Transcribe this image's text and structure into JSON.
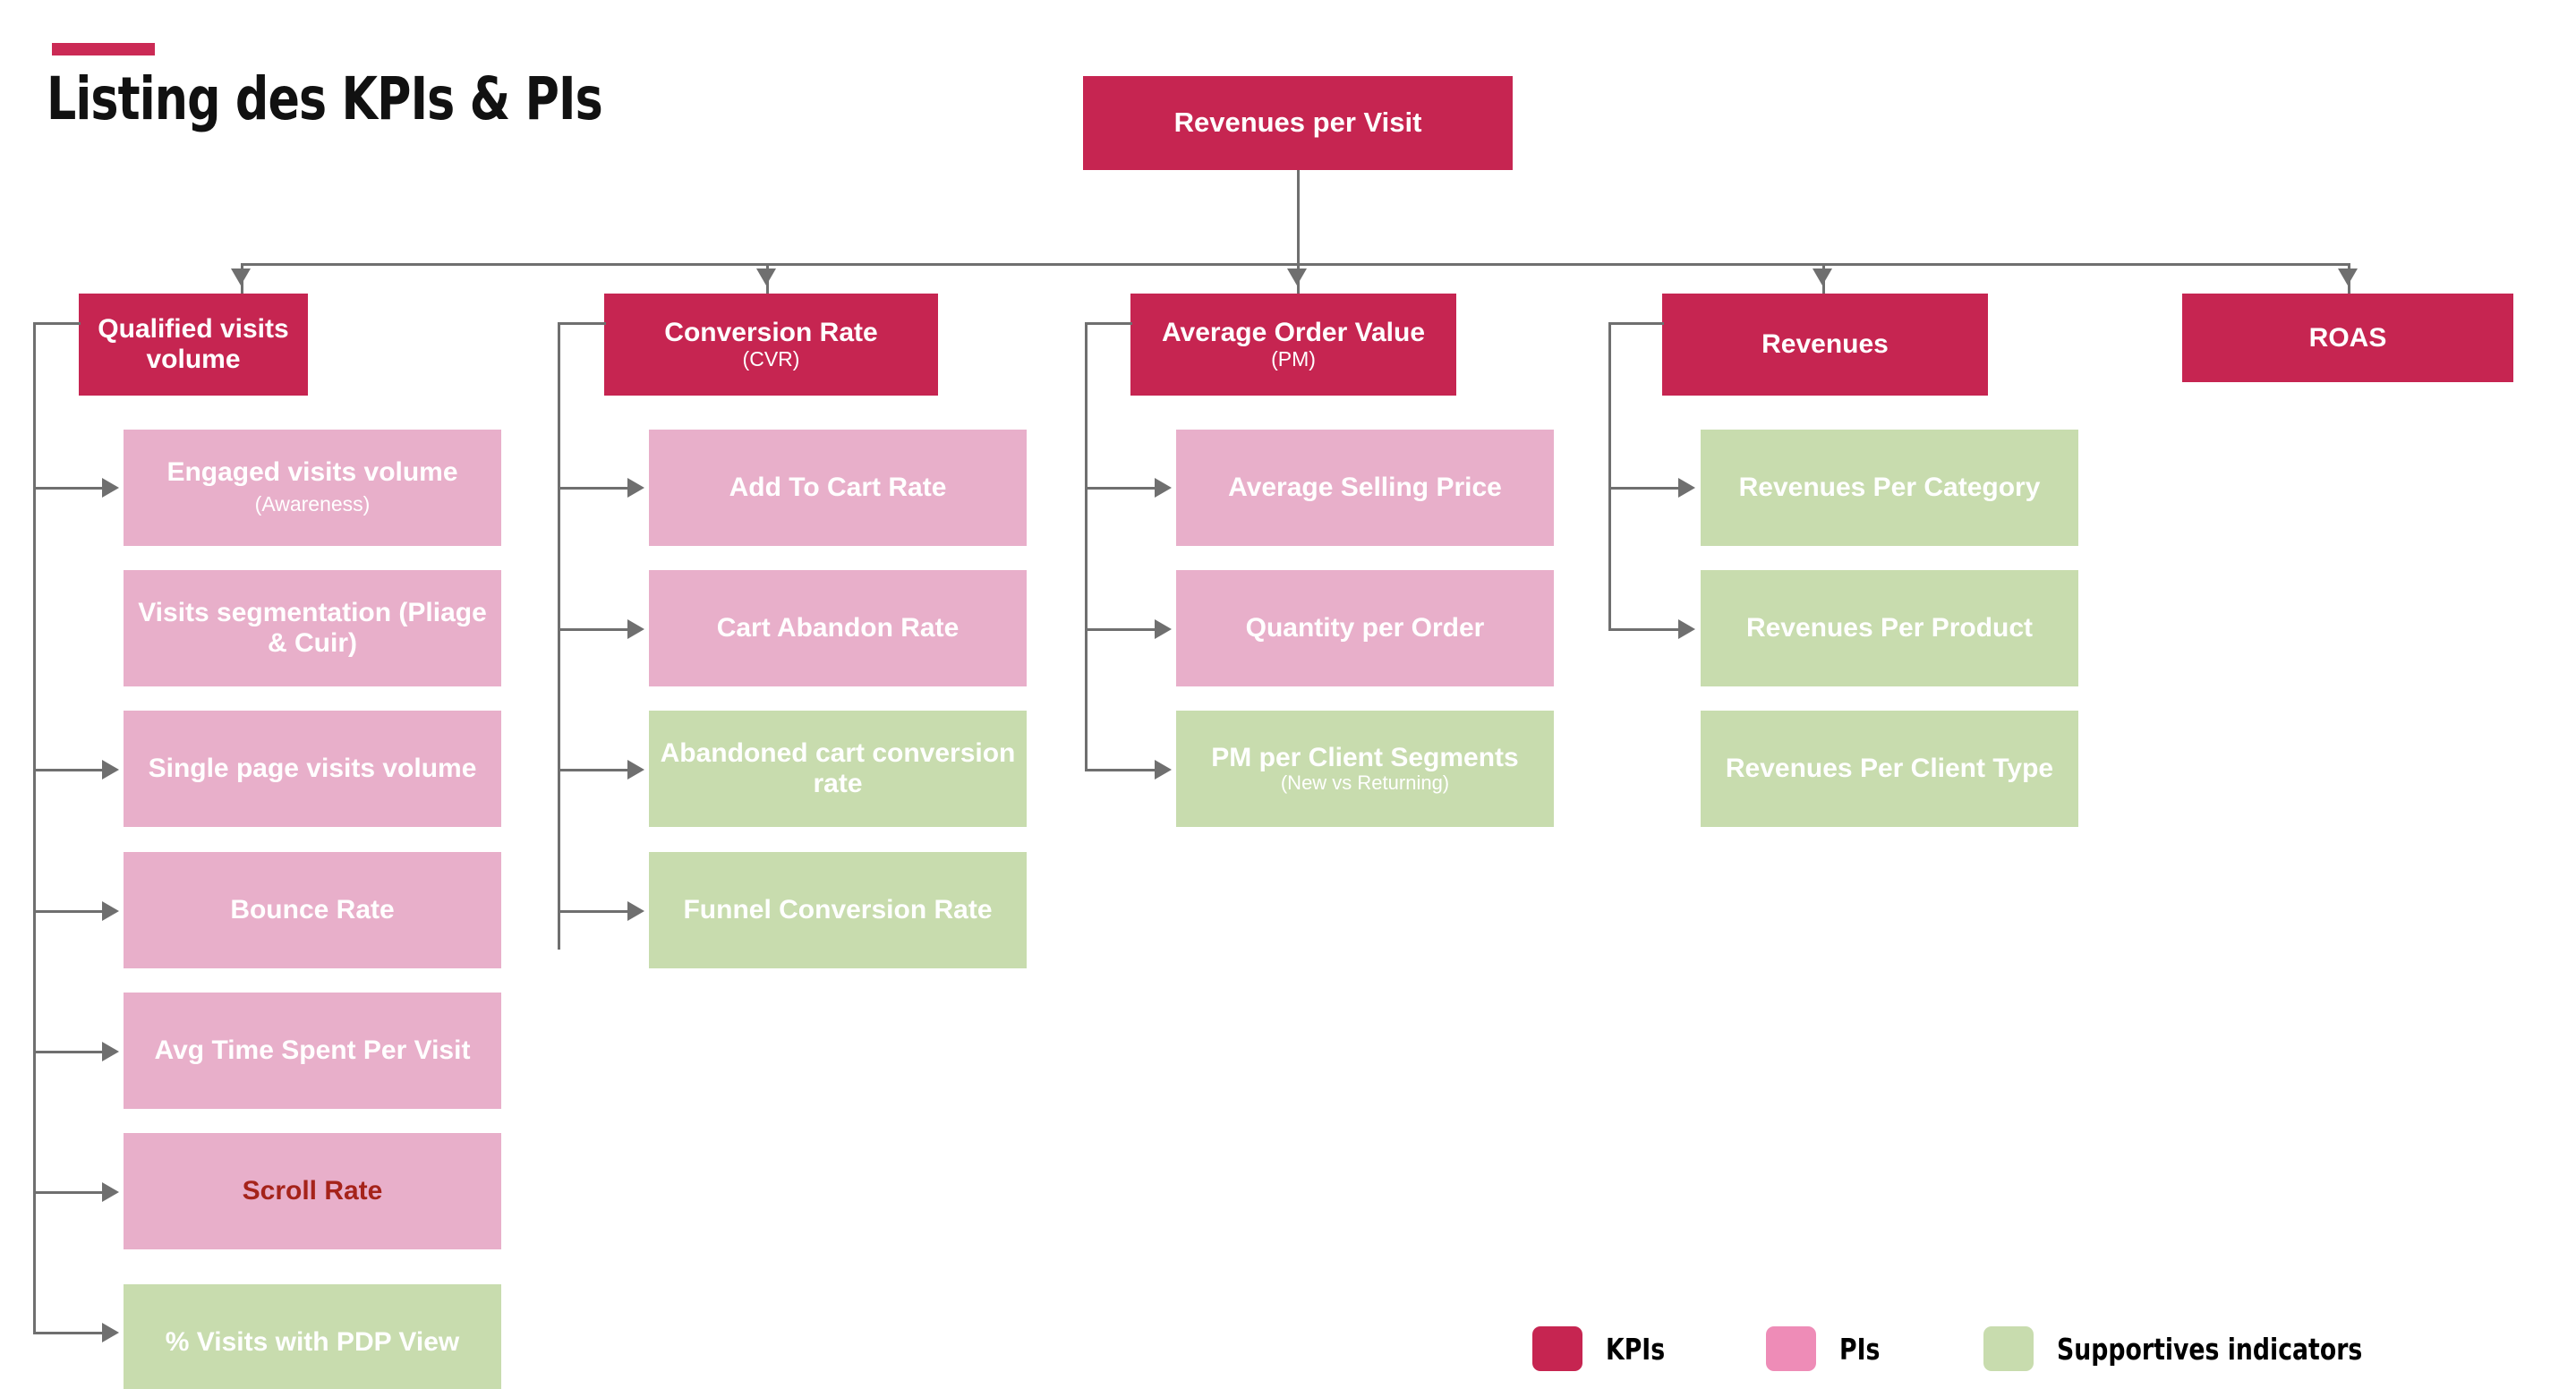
{
  "page": {
    "title": "Listing des KPIs & PIs",
    "accent_color": "#CB2A55"
  },
  "colors": {
    "kpi": "#C62551",
    "pi": "#E8AFCA",
    "supportive": "#C8DCAE",
    "connector": "#6F6F6F",
    "highlight_text": "#A5231A"
  },
  "root": {
    "label": "Revenues per Visit",
    "type": "kpi"
  },
  "columns": [
    {
      "header": {
        "label": "Qualified visits volume",
        "sub": "",
        "type": "kpi"
      },
      "children": [
        {
          "label": "Engaged visits volume",
          "sub": "(Awareness)",
          "sub_inline": true,
          "type": "pi",
          "arrow": true
        },
        {
          "label": "Visits segmentation (Pliage & Cuir)",
          "sub": "",
          "type": "pi",
          "arrow": false
        },
        {
          "label": "Single page visits volume",
          "sub": "",
          "type": "pi",
          "arrow": true
        },
        {
          "label": "Bounce Rate",
          "sub": "",
          "type": "pi",
          "arrow": true
        },
        {
          "label": "Avg Time Spent Per Visit",
          "sub": "",
          "type": "pi",
          "arrow": true
        },
        {
          "label": "Scroll Rate",
          "sub": "",
          "type": "pi",
          "arrow": true,
          "text_highlight": true
        },
        {
          "label": "% Visits with PDP View",
          "sub": "",
          "type": "supportive",
          "arrow": true
        }
      ]
    },
    {
      "header": {
        "label": "Conversion Rate",
        "sub": "(CVR)",
        "type": "kpi"
      },
      "children": [
        {
          "label": "Add To Cart Rate",
          "sub": "",
          "type": "pi",
          "arrow": true
        },
        {
          "label": "Cart Abandon Rate",
          "sub": "",
          "type": "pi",
          "arrow": true
        },
        {
          "label": "Abandoned cart conversion rate",
          "sub": "",
          "type": "supportive",
          "arrow": true
        },
        {
          "label": "Funnel Conversion Rate",
          "sub": "",
          "type": "supportive",
          "arrow": true
        }
      ]
    },
    {
      "header": {
        "label": "Average Order Value",
        "sub": "(PM)",
        "sub_inline": true,
        "type": "kpi"
      },
      "children": [
        {
          "label": "Average Selling Price",
          "sub": "",
          "type": "pi",
          "arrow": true
        },
        {
          "label": "Quantity per Order",
          "sub": "",
          "type": "pi",
          "arrow": true
        },
        {
          "label": "PM per Client Segments",
          "sub": "(New vs Returning)",
          "type": "supportive",
          "arrow": true
        }
      ]
    },
    {
      "header": {
        "label": "Revenues",
        "sub": "",
        "type": "kpi"
      },
      "children": [
        {
          "label": "Revenues Per Category",
          "sub": "",
          "type": "supportive",
          "arrow": true
        },
        {
          "label": "Revenues Per Product",
          "sub": "",
          "type": "supportive",
          "arrow": true
        },
        {
          "label": "Revenues Per Client Type",
          "sub": "",
          "type": "supportive",
          "arrow": false
        }
      ]
    },
    {
      "header": {
        "label": "ROAS",
        "sub": "",
        "type": "kpi"
      },
      "children": []
    }
  ],
  "legend": {
    "items": [
      {
        "label": "KPIs",
        "color": "#C62551"
      },
      {
        "label": "PIs",
        "color": "#E8AFCA"
      },
      {
        "label": "Supportives indicators",
        "color": "#C8DCAE"
      }
    ]
  }
}
